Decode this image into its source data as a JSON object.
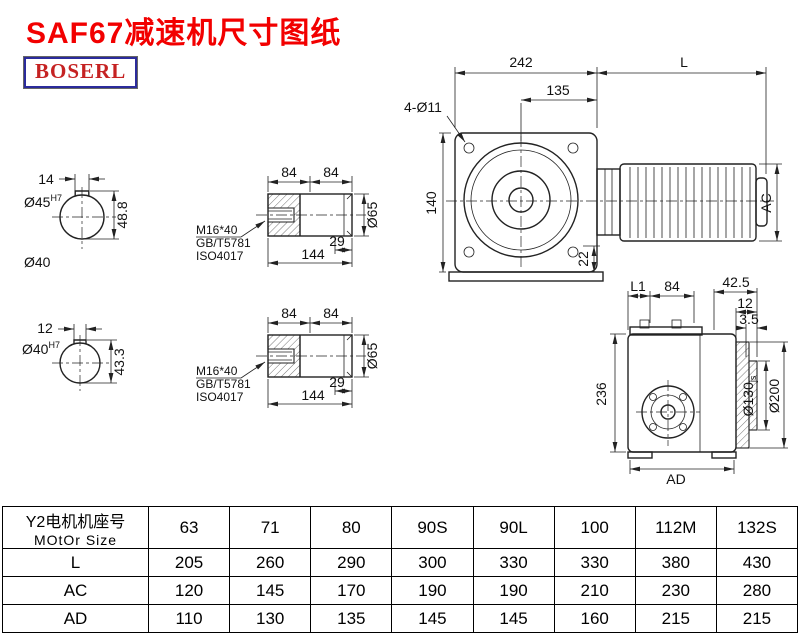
{
  "header": {
    "title": "SAF67减速机尺寸图纸",
    "logo": "BOSERL"
  },
  "front_view": {
    "dim_width_housing": "242",
    "dim_motor_length": "L",
    "dim_flange_offset": "135",
    "dim_bolt_holes": "4-Ø11",
    "dim_height": "140",
    "dim_foot": "22",
    "dim_motor_dia": "AC"
  },
  "hollow_shaft_top": {
    "dim_key_width": "14",
    "bore_dia": "Ø45",
    "bore_tol": "H7",
    "dim_key_depth": "48.8",
    "shaft_dia_label": "Ø40"
  },
  "hollow_shaft_bottom": {
    "dim_key_width": "12",
    "bore_dia": "Ø40",
    "bore_tol": "H7",
    "dim_key_depth": "43.3"
  },
  "output_shaft_top": {
    "dim_seg_a": "84",
    "dim_seg_b": "84",
    "dim_end": "29",
    "dim_total": "144",
    "dim_dia": "Ø65",
    "note_bolt": "M16*40",
    "note_std1": "GB/T5781",
    "note_std2": "ISO4017"
  },
  "output_shaft_bottom": {
    "dim_seg_a": "84",
    "dim_seg_b": "84",
    "dim_end": "29",
    "dim_total": "144",
    "dim_dia": "Ø65",
    "note_bolt": "M16*40",
    "note_std1": "GB/T5781",
    "note_std2": "ISO4017"
  },
  "side_view": {
    "dim_l1": "L1",
    "dim_84": "84",
    "dim_42_5": "42.5",
    "dim_12": "12",
    "dim_3_5": "3.5",
    "dim_height": "236",
    "flange_pilot": "Ø130",
    "flange_pilot_tol": "js",
    "flange_od": "Ø200",
    "dim_width": "AD"
  },
  "table": {
    "header": {
      "line1": "Y2电机机座号",
      "line2": "MOtOr Size"
    },
    "sizes": [
      "63",
      "71",
      "80",
      "90S",
      "90L",
      "100",
      "112M",
      "132S"
    ],
    "rows": [
      {
        "label": "L",
        "values": [
          "205",
          "260",
          "290",
          "300",
          "330",
          "330",
          "380",
          "430"
        ]
      },
      {
        "label": "AC",
        "values": [
          "120",
          "145",
          "170",
          "190",
          "190",
          "210",
          "230",
          "280"
        ]
      },
      {
        "label": "AD",
        "values": [
          "110",
          "130",
          "135",
          "145",
          "145",
          "160",
          "215",
          "215"
        ]
      }
    ]
  },
  "colors": {
    "title_red": "#f20000",
    "logo_red": "#c52222",
    "logo_border_blue": "#2b2b9b",
    "line": "#222222"
  }
}
